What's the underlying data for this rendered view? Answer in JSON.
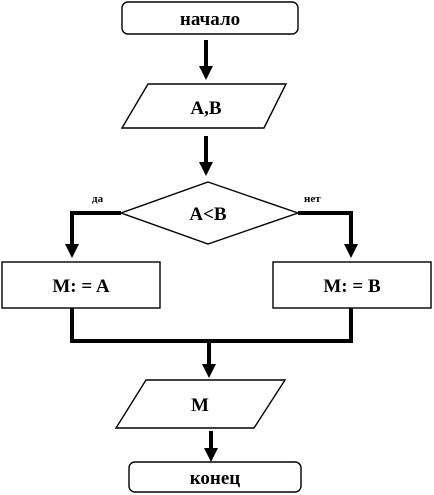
{
  "flowchart": {
    "start_label": "начало",
    "input_label": "A,B",
    "condition_label": "A<B",
    "yes_label": "да",
    "no_label": "нет",
    "assign_left_label": "M: = A",
    "assign_right_label": "M: = B",
    "output_label": "M",
    "end_label": "конец"
  }
}
